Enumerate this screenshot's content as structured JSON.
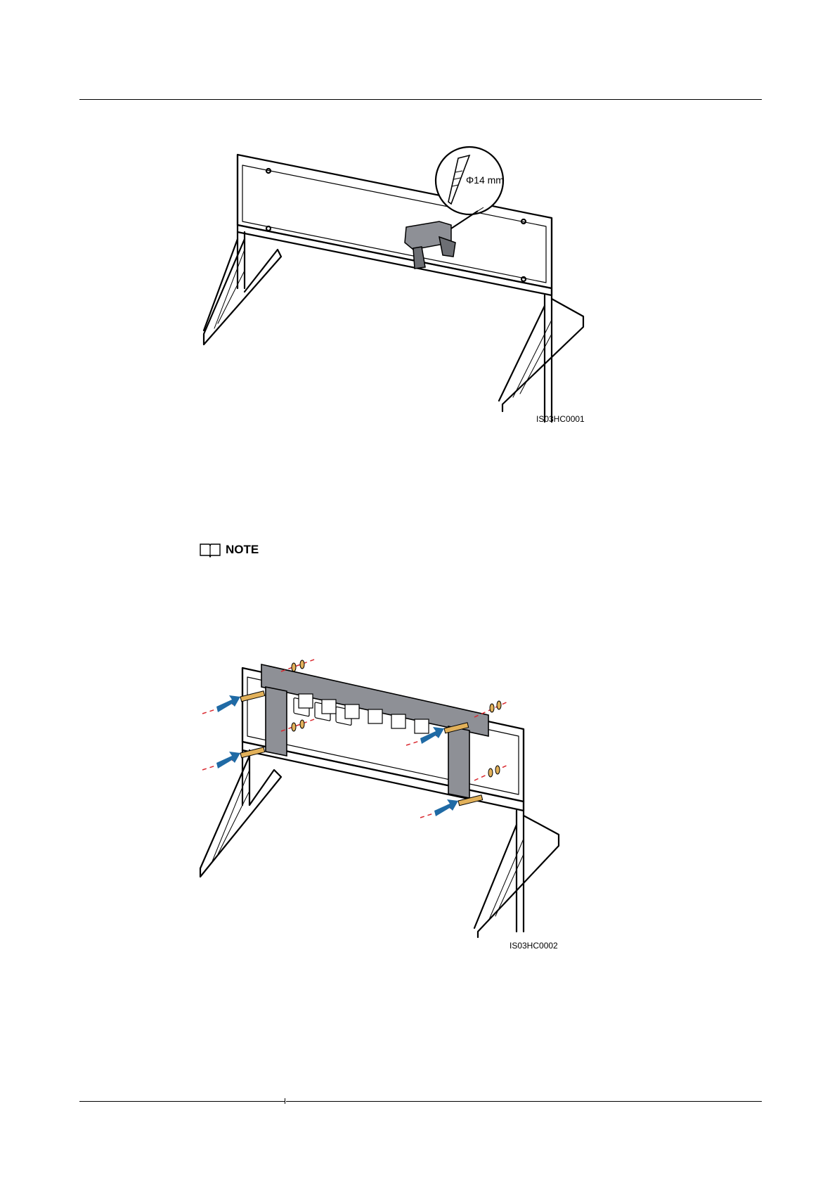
{
  "figure1": {
    "id_label": "IS03HC0001",
    "drill_bit_label": "Φ14 mm"
  },
  "note": {
    "label": "NOTE"
  },
  "figure2": {
    "id_label": "IS03HC0002"
  },
  "colors": {
    "arrow_blue": "#1f6aa5",
    "bolt_gold": "#e2b15a",
    "bracket_gray": "#8e9096",
    "dash_red": "#d9272e"
  }
}
